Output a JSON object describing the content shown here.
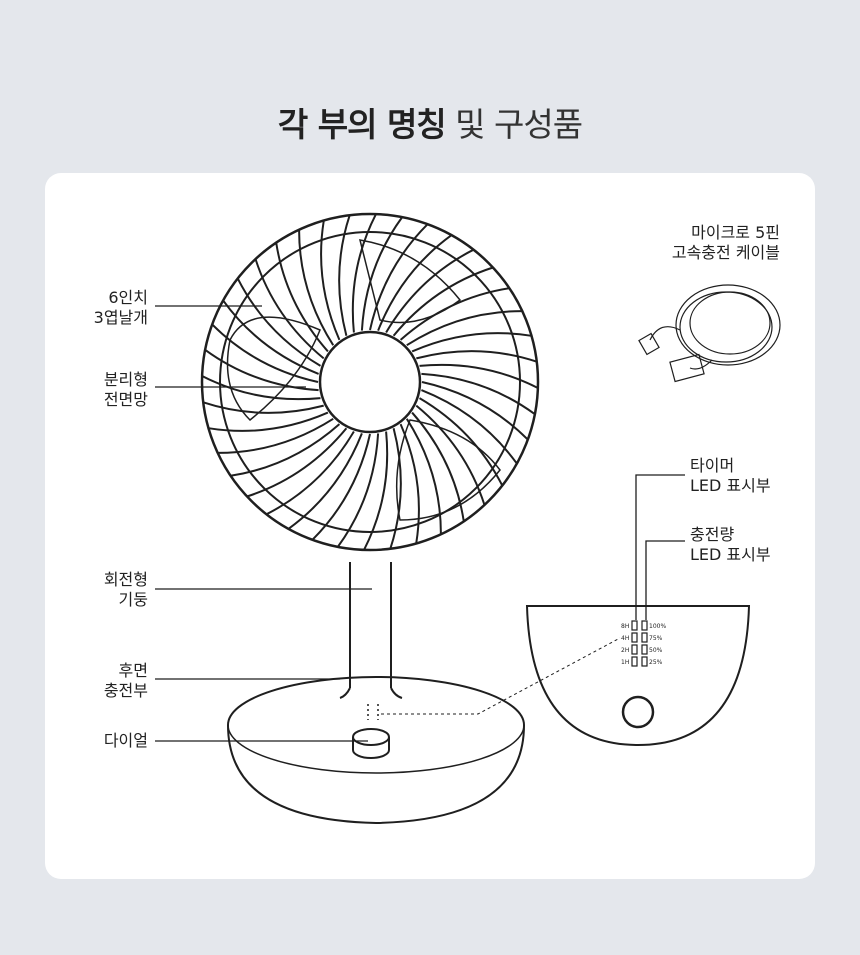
{
  "title": {
    "bold": "각 부의 명칭",
    "light": "및 구성품"
  },
  "labels": {
    "blade": [
      "6인치",
      "3엽날개"
    ],
    "guard": [
      "분리형",
      "전면망"
    ],
    "pole": [
      "회전형",
      "기둥"
    ],
    "charge": [
      "후면",
      "충전부"
    ],
    "dial": [
      "다이얼"
    ],
    "cable": [
      "마이크로 5핀",
      "고속충전 케이블"
    ],
    "timer": [
      "타이머",
      "LED 표시부"
    ],
    "battery": [
      "충전량",
      "LED 표시부"
    ]
  },
  "led_timer": [
    "8H",
    "4H",
    "2H",
    "1H"
  ],
  "led_battery": [
    "100%",
    "75%",
    "50%",
    "25%"
  ],
  "colors": {
    "background": "#e4e7ec",
    "card": "#ffffff",
    "line": "#1f1f1f"
  }
}
